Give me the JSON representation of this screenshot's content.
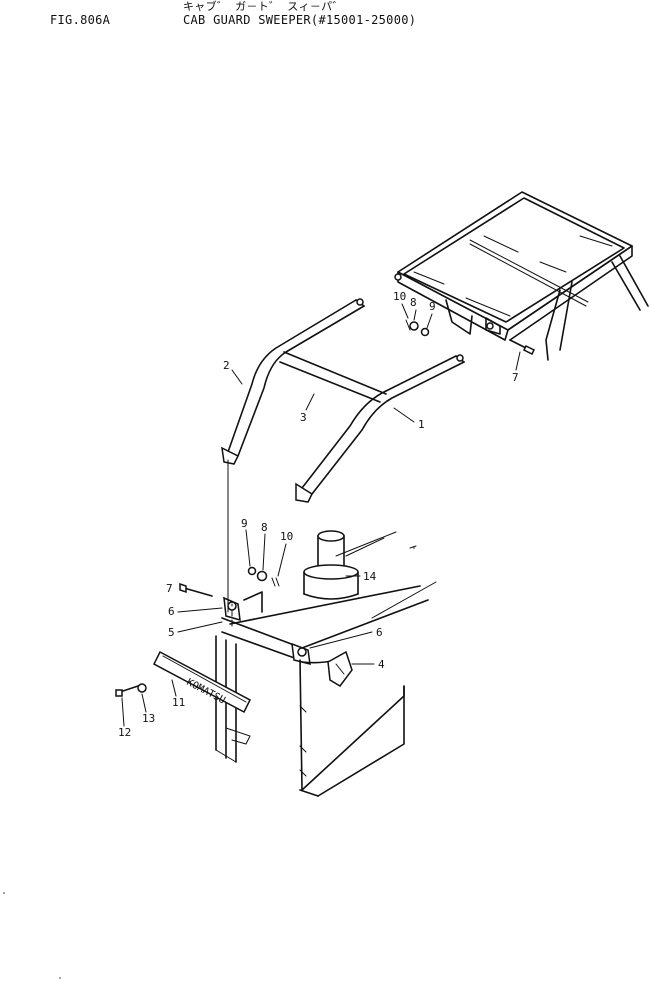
{
  "header": {
    "subtitle_jp": "キャブ゛ ガ－ト゛ スィ－パ゛",
    "fig_number": "FIG.806A",
    "title": "CAB GUARD SWEEPER(#15001-25000)"
  },
  "nameplate": {
    "text": "KOMATSU"
  },
  "callouts": [
    {
      "id": "part-1",
      "label": "1"
    },
    {
      "id": "part-2",
      "label": "2"
    },
    {
      "id": "part-3",
      "label": "3"
    },
    {
      "id": "part-4",
      "label": "4"
    },
    {
      "id": "part-5",
      "label": "5"
    },
    {
      "id": "part-6-a",
      "label": "6"
    },
    {
      "id": "part-6-b",
      "label": "6"
    },
    {
      "id": "part-7-a",
      "label": "7"
    },
    {
      "id": "part-7-b",
      "label": "7"
    },
    {
      "id": "part-8-a",
      "label": "8"
    },
    {
      "id": "part-8-b",
      "label": "8"
    },
    {
      "id": "part-9-a",
      "label": "9"
    },
    {
      "id": "part-9-b",
      "label": "9"
    },
    {
      "id": "part-10-a",
      "label": "10"
    },
    {
      "id": "part-10-b",
      "label": "10"
    },
    {
      "id": "part-11",
      "label": "11"
    },
    {
      "id": "part-12",
      "label": "12"
    },
    {
      "id": "part-13",
      "label": "13"
    },
    {
      "id": "part-14",
      "label": "14"
    }
  ]
}
